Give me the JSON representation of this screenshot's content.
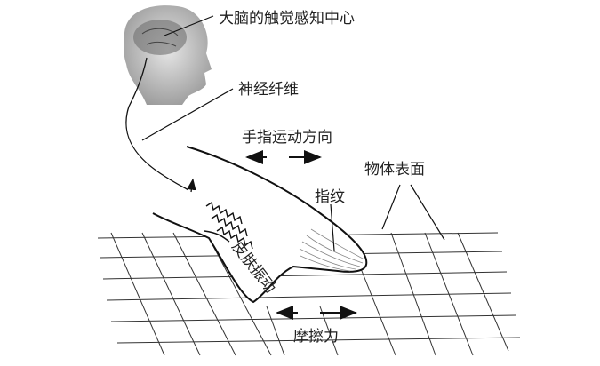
{
  "labels": {
    "brain_center": "大脑的触觉感知中心",
    "nerve_fiber": "神经纤维",
    "finger_direction": "手指运动方向",
    "object_surface": "物体表面",
    "fingerprint": "指纹",
    "skin_vibration": "皮肤振动",
    "friction": "摩擦力"
  }
}
